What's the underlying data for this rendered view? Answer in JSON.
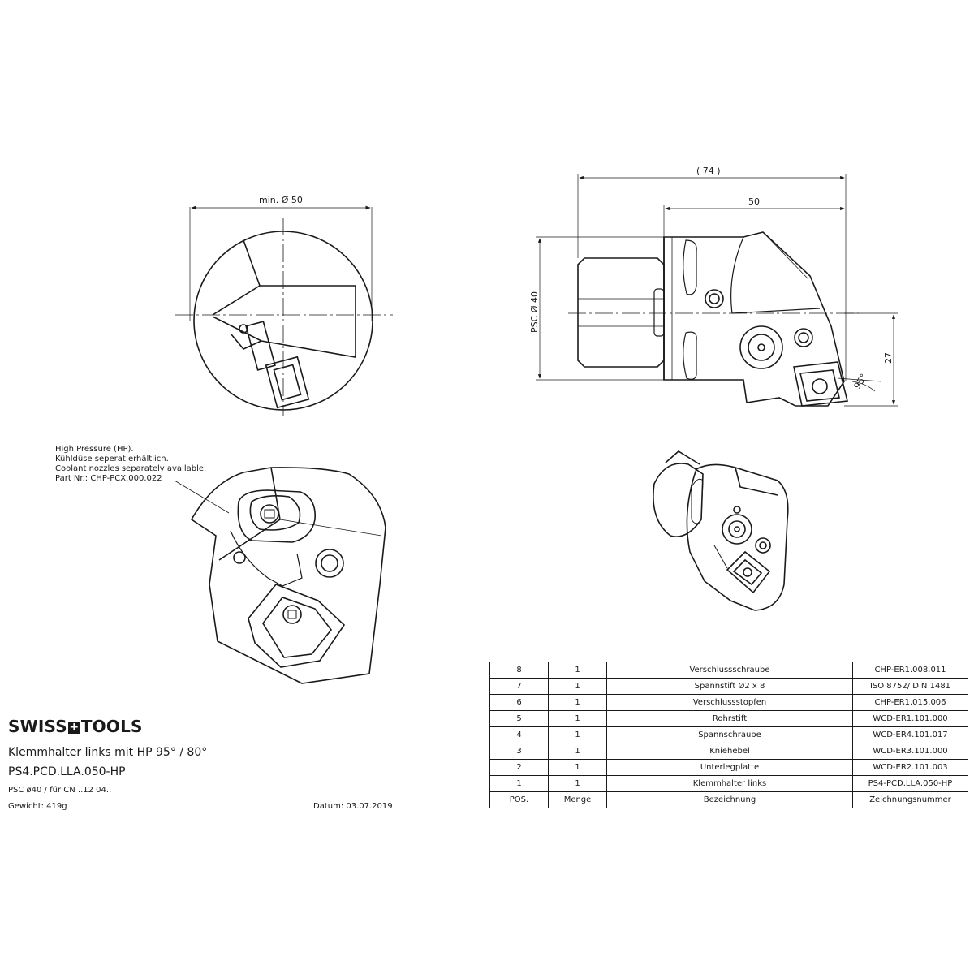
{
  "dimensions": {
    "min_diameter": "min. Ø 50",
    "overall_length": "( 74 )",
    "body_length": "50",
    "psc_label": "PSC Ø 40",
    "offset": "27",
    "angle": "95°"
  },
  "note": {
    "lines": [
      "High Pressure (HP).",
      "Kühldüse seperat erhältlich.",
      "Coolant nozzles separately available.",
      "Part Nr.: CHP-PCX.000.022"
    ]
  },
  "title_block": {
    "brand_left": "SWISS",
    "brand_sep": "+",
    "brand_right": "TOOLS",
    "title": "Klemmhalter links mit HP 95° / 80°",
    "code": "PS4.PCD.LLA.050-HP",
    "psc": "PSC ø40 / für CN ..12 04..",
    "weight": "Gewicht: 419g",
    "date": "Datum: 03.07.2019"
  },
  "parts_list": {
    "header": [
      "POS.",
      "Menge",
      "Bezeichnung",
      "Zeichnungsnummer"
    ],
    "rows": [
      {
        "pos": "8",
        "qty": "1",
        "name": "Verschlussschraube",
        "number": "CHP-ER1.008.011"
      },
      {
        "pos": "7",
        "qty": "1",
        "name": "Spannstift Ø2 x 8",
        "number": "ISO 8752/ DIN 1481"
      },
      {
        "pos": "6",
        "qty": "1",
        "name": "Verschlussstopfen",
        "number": "CHP-ER1.015.006"
      },
      {
        "pos": "5",
        "qty": "1",
        "name": "Rohrstift",
        "number": "WCD-ER1.101.000"
      },
      {
        "pos": "4",
        "qty": "1",
        "name": "Spannschraube",
        "number": "WCD-ER4.101.017"
      },
      {
        "pos": "3",
        "qty": "1",
        "name": "Kniehebel",
        "number": "WCD-ER3.101.000"
      },
      {
        "pos": "2",
        "qty": "1",
        "name": "Unterlegplatte",
        "number": "WCD-ER2.101.003"
      },
      {
        "pos": "1",
        "qty": "1",
        "name": "Klemmhalter links",
        "number": "PS4-PCD.LLA.050-HP"
      }
    ]
  }
}
